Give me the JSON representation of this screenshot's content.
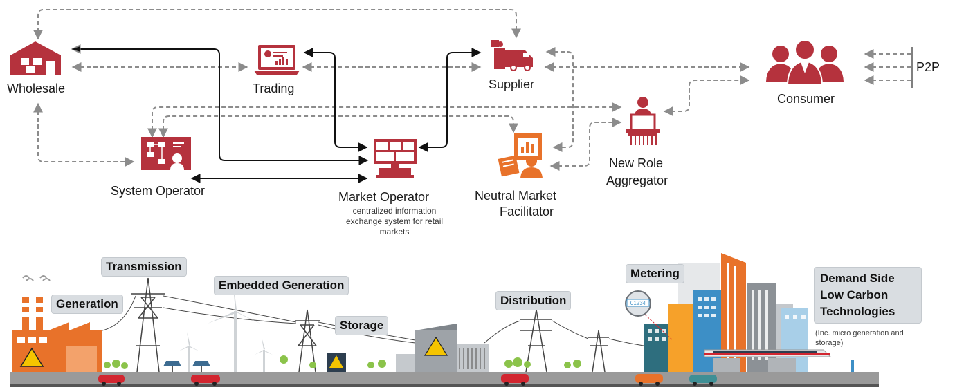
{
  "actors": {
    "wholesale": "Wholesale",
    "trading": "Trading",
    "supplier": "Supplier",
    "consumer": "Consumer",
    "p2p": "P2P",
    "system_operator": "System Operator",
    "market_operator": "Market Operator",
    "market_operator_note": "centralized information exchange system for retail markets",
    "nmf_line1": "Neutral Market",
    "nmf_line2": "Facilitator",
    "aggregator_line1": "New Role",
    "aggregator_line2": "Aggregator"
  },
  "grid": {
    "transmission": "Transmission",
    "generation": "Generation",
    "embedded_generation": "Embedded Generation",
    "storage": "Storage",
    "distribution": "Distribution",
    "metering": "Metering",
    "meter_readout": "01234",
    "demand_line1": "Demand Side",
    "demand_line2": "Low Carbon",
    "demand_line3": "Technologies",
    "demand_note": "(Inc. micro generation and storage)"
  },
  "colors": {
    "actor_red": "#b5323d",
    "nmf_orange": "#e8722a",
    "solid_arrow": "#111111",
    "dashed_arrow": "#8c8c8c",
    "ground": "#9a9a9a",
    "factory_orange": "#e8722a"
  }
}
